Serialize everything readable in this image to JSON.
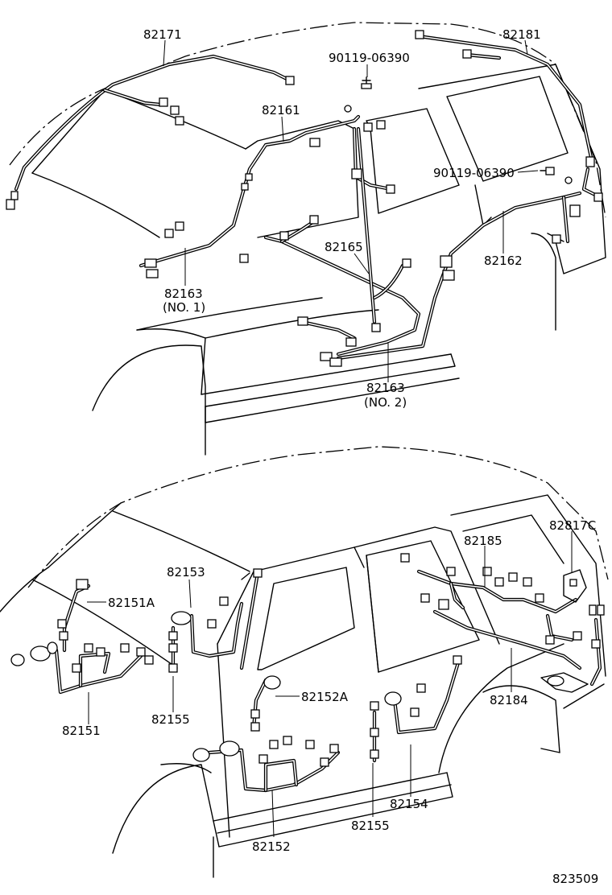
{
  "diagram": {
    "reference_code": "823509",
    "top_view": {
      "labels": {
        "p82171": "82171",
        "p82181": "82181",
        "p90119_a": "90119-06390",
        "p90119_b": "90119-06390",
        "p82161": "82161",
        "p82165": "82165",
        "p82162": "82162",
        "p82163_no1": "82163",
        "p82163_no1_sub": "(NO. 1)",
        "p82163_no2": "82163",
        "p82163_no2_sub": "(NO. 2)"
      }
    },
    "bottom_view": {
      "labels": {
        "p82153": "82153",
        "p82151A": "82151A",
        "p82151": "82151",
        "p82155_a": "82155",
        "p82152A": "82152A",
        "p82152": "82152",
        "p82155_b": "82155",
        "p82154": "82154",
        "p82185": "82185",
        "p82817C": "82817C",
        "p82184": "82184"
      }
    }
  }
}
